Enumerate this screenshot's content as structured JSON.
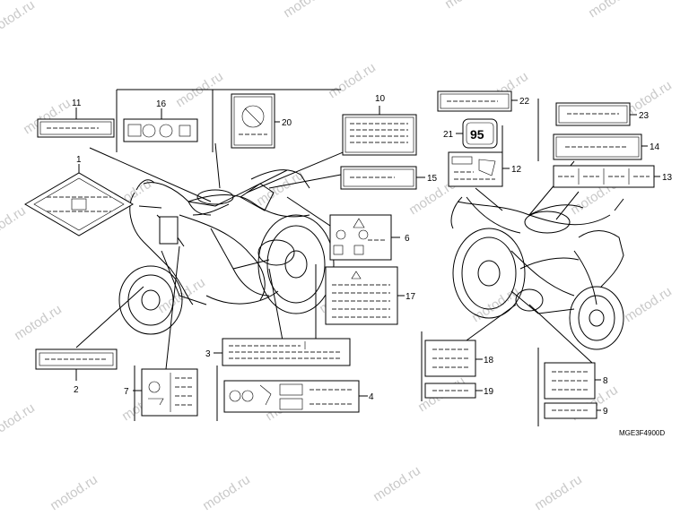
{
  "watermark": "motod.ru",
  "diagram_code": "MGE3F4900D",
  "callouts": {
    "c1": "1",
    "c2": "2",
    "c3": "3",
    "c4": "4",
    "c6": "6",
    "c7": "7",
    "c8": "8",
    "c9": "9",
    "c10": "10",
    "c11": "11",
    "c12": "12",
    "c13": "13",
    "c14": "14",
    "c15": "15",
    "c16": "16",
    "c17": "17",
    "c18": "18",
    "c19": "19",
    "c20": "20",
    "c21": "21",
    "c22": "22",
    "c23": "23"
  },
  "octane_label": "95"
}
